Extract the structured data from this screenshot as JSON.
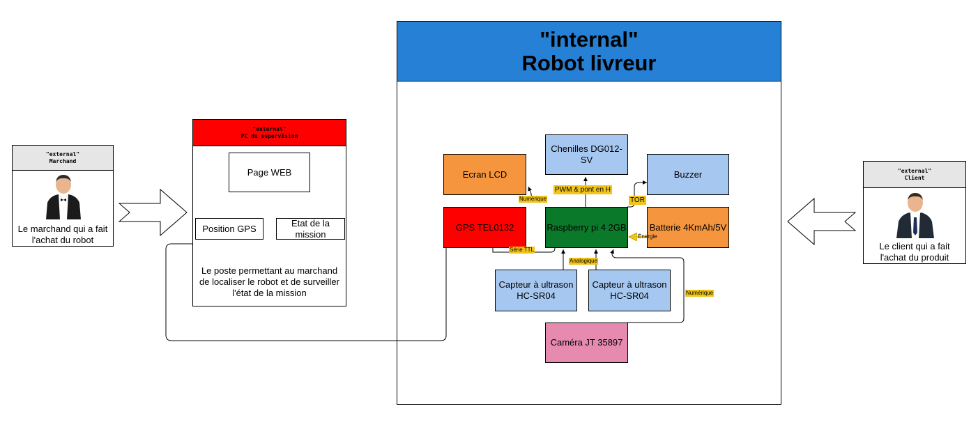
{
  "marchand": {
    "stereotype": "\"external\"",
    "name": "Marchand",
    "description_l1": "Le marchand qui a fait",
    "description_l2": "l'achat du robot"
  },
  "client": {
    "stereotype": "\"external\"",
    "name": "Client",
    "description_l1": "Le client qui a fait",
    "description_l2": "l'achat du produit"
  },
  "pc": {
    "stereotype": "\"external\"",
    "name": "PC du supervision",
    "page_web": "Page WEB",
    "position_gps": "Position GPS",
    "etat_mission": "Etat de la mission",
    "description_l1": "Le poste permettant au marchand",
    "description_l2": "de localiser le robot et de surveiller",
    "description_l3": "l'état de la mission"
  },
  "robot": {
    "stereotype": "\"internal\"",
    "name": "Robot livreur",
    "components": {
      "chenilles": "Chenilles DG012-SV",
      "ecran": "Ecran LCD",
      "buzzer": "Buzzer",
      "gps": "GPS TEL0132",
      "raspberry": "Raspberry pi 4 2GB",
      "batterie": "Batterie 4KmAh/5V",
      "capteur1_l1": "Capteur à ultrason",
      "capteur1_l2": "HC-SR04",
      "capteur2_l1": "Capteur à ultrason",
      "capteur2_l2": "HC-SR04",
      "camera": "Caméra JT 35897"
    },
    "links": {
      "pwm": "PWM & pont en H",
      "numerique_lcd": "Numérique",
      "tor": "TOR",
      "serie": "Série TTL",
      "energie": "Énergie",
      "analogique": "Analogique",
      "numerique_cam": "Numérique"
    }
  },
  "colors": {
    "robot_header": "#2680d6",
    "pc_header": "#ff0000",
    "light_blue": "#a6c8f0",
    "orange": "#f5963e",
    "red": "#ff0000",
    "green": "#0a7a2a",
    "pink": "#e68ab0",
    "label_yellow": "#f0c419",
    "actor_header": "#e6e6e6"
  },
  "icons": {
    "marchand": "person-waiter-icon",
    "client": "person-suit-icon",
    "arrows": "hollow-arrow-icon"
  }
}
